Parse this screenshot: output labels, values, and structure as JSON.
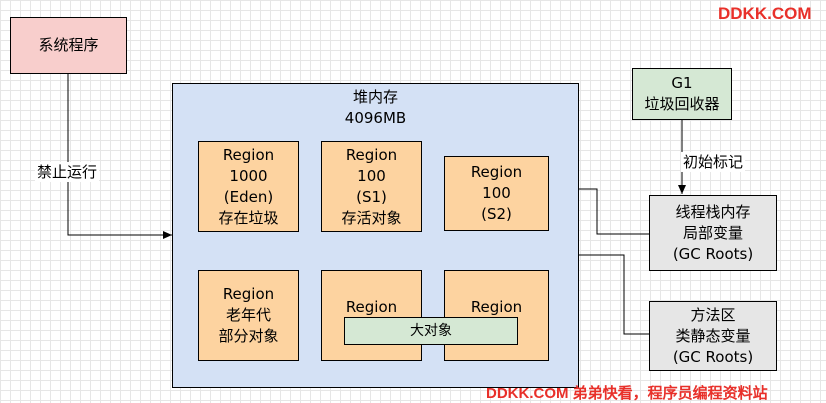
{
  "system_program": "系统程序",
  "stop_label": "禁止运行",
  "heap": {
    "title": "堆内存",
    "size": "4096MB"
  },
  "regions": {
    "eden": {
      "lines": [
        "Region",
        "1000",
        "(Eden)",
        "存在垃圾"
      ]
    },
    "s1": {
      "lines": [
        "Region",
        "100",
        "(S1)",
        "存活对象"
      ]
    },
    "s2": {
      "lines": [
        "Region",
        "100",
        "(S2)"
      ]
    },
    "old": {
      "lines": [
        "Region",
        "老年代",
        "部分对象"
      ]
    },
    "big1": {
      "lines": [
        "Region"
      ]
    },
    "big2": {
      "lines": [
        "Region"
      ]
    }
  },
  "large_object": "大对象",
  "gc": {
    "lines": [
      "G1",
      "垃圾回收器"
    ]
  },
  "initial_mark": "初始标记",
  "thread_stack": {
    "lines": [
      "线程栈内存",
      "局部变量",
      "(GC Roots)"
    ]
  },
  "method_area": {
    "lines": [
      "方法区",
      "类静态变量",
      "(GC Roots)"
    ]
  },
  "brand_top": "DDKK.COM",
  "brand_bottom": "DDKK.COM 弟弟快看，程序员编程资料站",
  "colors": {
    "pink": "#f8cecc",
    "blue": "#d4e1f5",
    "orange": "#fdd3a0",
    "green": "#d5e8d4",
    "grey": "#e6e6e6",
    "brand": "#e8302a"
  }
}
